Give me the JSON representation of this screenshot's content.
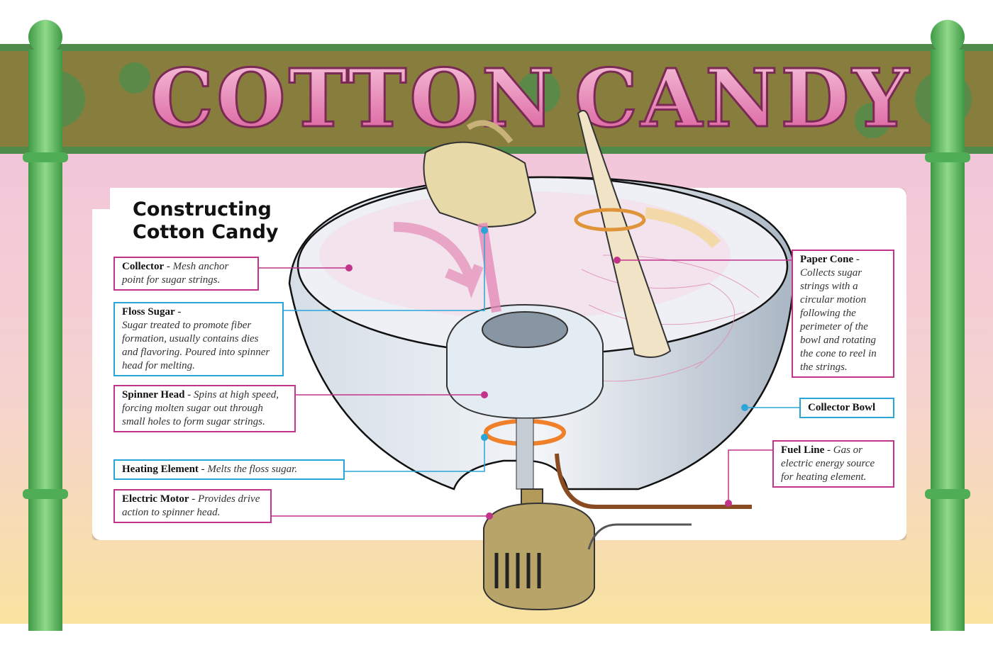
{
  "banner": {
    "word1": "COTTON",
    "word2": "CANDY"
  },
  "title": "Constructing\nCotton Candy",
  "labels": {
    "collector": {
      "name": "Collector",
      "desc": "Mesh anchor point for sugar strings."
    },
    "floss_sugar": {
      "name": "Floss Sugar",
      "desc": "Sugar treated to promote fiber formation, usually contains dies and flavoring. Poured into spinner head for melting."
    },
    "spinner_head": {
      "name": "Spinner Head",
      "desc": "Spins at high speed, forcing molten sugar out through small holes to form sugar strings."
    },
    "heating_element": {
      "name": "Heating Element",
      "desc": "Melts the floss sugar."
    },
    "electric_motor": {
      "name": "Electric Motor",
      "desc": "Provides drive action to spinner head."
    },
    "paper_cone": {
      "name": "Paper Cone",
      "desc": "Collects sugar strings with a circular motion following the perimeter of the bowl and rotating the cone to reel in the strings."
    },
    "collector_bowl": {
      "name": "Collector Bowl"
    },
    "fuel_line": {
      "name": "Fuel Line",
      "desc": "Gas or electric energy source for heating element."
    }
  },
  "colors": {
    "pink_line": "#c2338a",
    "blue_line": "#2aa5d8",
    "banner_green": "#4a8a4a",
    "post_green": "#6cc06a"
  }
}
